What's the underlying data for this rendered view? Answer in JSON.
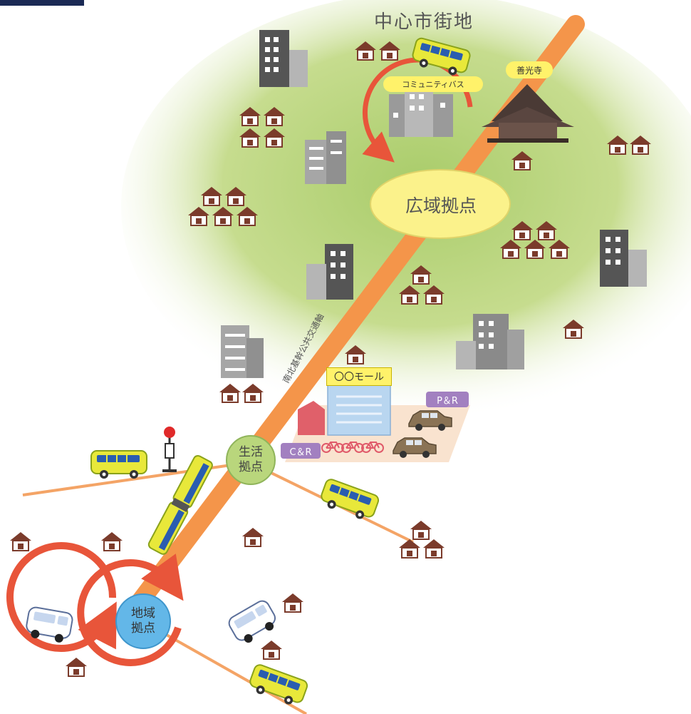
{
  "title": "中心市街地",
  "hubs": {
    "wide_area": "広域拠点",
    "living": "生活\n拠点",
    "area": "地域\n拠点"
  },
  "labels": {
    "temple": "善光寺",
    "community_bus": "コミュニティバス",
    "mall": "〇〇モール",
    "park_and_ride": "P＆R",
    "cycle_and_ride": "C＆R",
    "trunk_axis": "南北基幹公共交通軸"
  },
  "colors": {
    "trunk_road": "#f4954a",
    "branch_road": "#f4a466",
    "loop_arrow": "#e8553a",
    "green_area": "#c6dc8e",
    "wide_hub": "#fbf28b",
    "living_hub": "#b9d67c",
    "area_hub": "#63b7e8",
    "bus_body": "#e8e83a",
    "house_roof": "#7b3b2b",
    "building": "#8a8a8a"
  }
}
